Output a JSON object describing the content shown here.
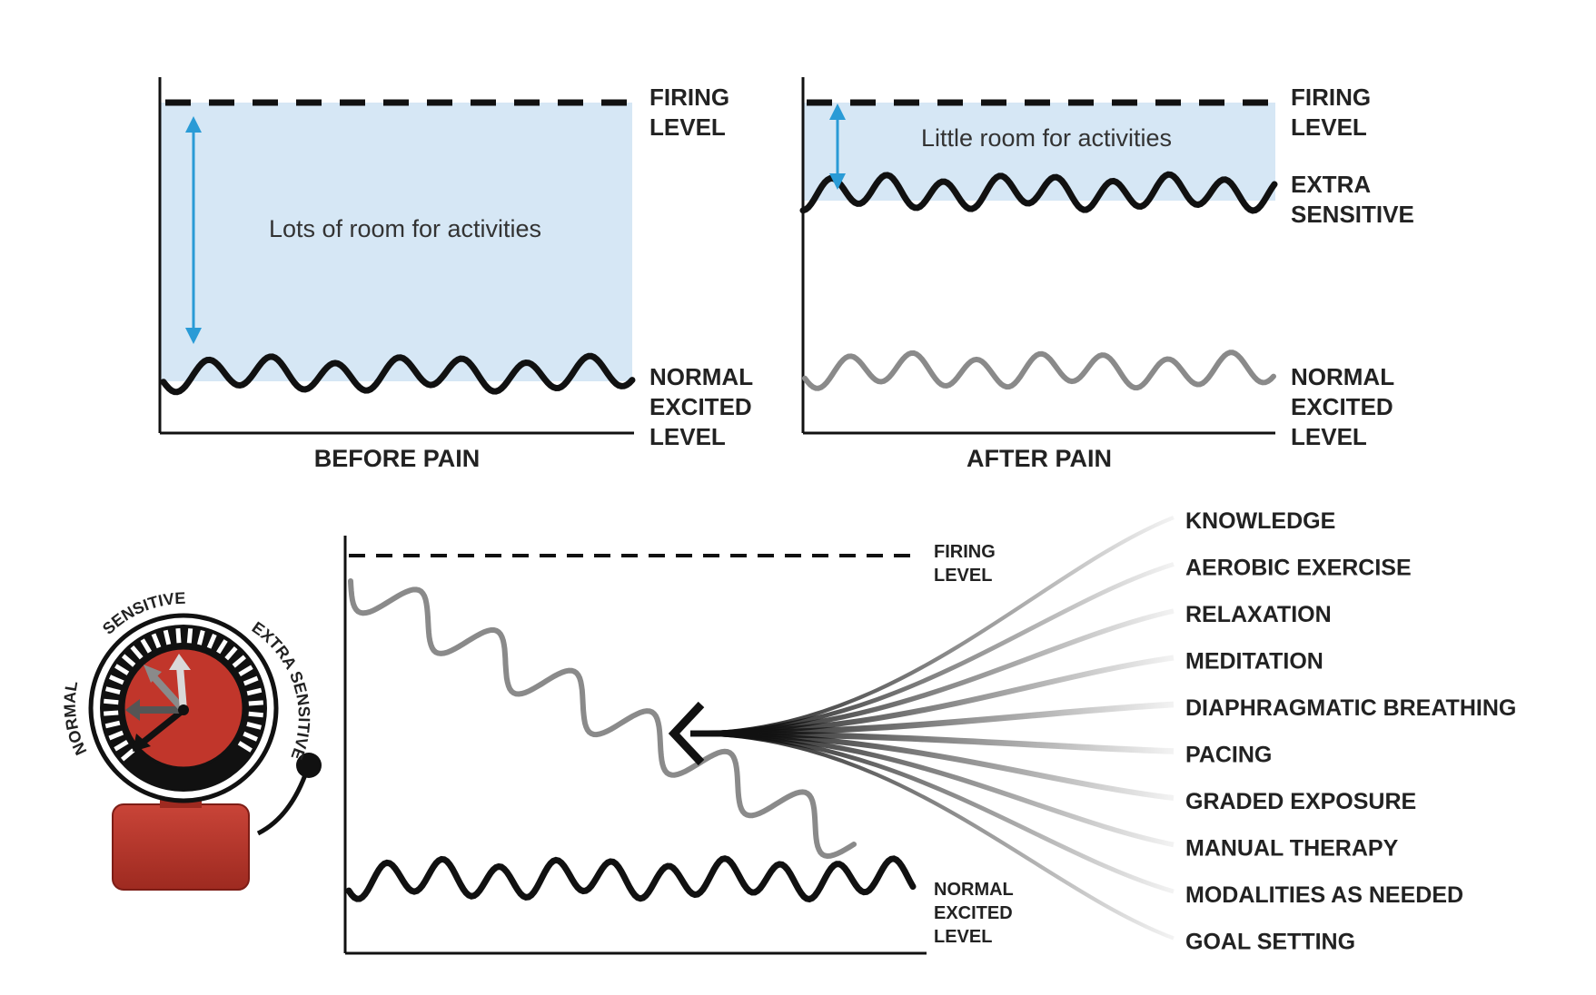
{
  "colors": {
    "room_fill": "#d6e7f5",
    "arrow_blue": "#2a9bd6",
    "line_black": "#111111",
    "line_grey": "#8a8a8a",
    "alarm_red": "#c1362b",
    "alarm_dark": "#7d1d16"
  },
  "panels": {
    "before": {
      "firing_label": [
        "FIRING",
        "LEVEL"
      ],
      "normal_label": [
        "NORMAL",
        "EXCITED",
        "LEVEL"
      ],
      "room_text": "Lots of room for activities",
      "title": "BEFORE PAIN"
    },
    "after": {
      "firing_label": [
        "FIRING",
        "LEVEL"
      ],
      "extra_label": [
        "EXTRA",
        "SENSITIVE"
      ],
      "normal_label": [
        "NORMAL",
        "EXCITED",
        "LEVEL"
      ],
      "room_text": "Little room for activities",
      "title": "AFTER PAIN"
    },
    "treatment": {
      "firing_label": [
        "FIRING",
        "LEVEL"
      ],
      "normal_label": [
        "NORMAL",
        "EXCITED",
        "LEVEL"
      ],
      "items": [
        "KNOWLEDGE",
        "AEROBIC EXERCISE",
        "RELAXATION",
        "MEDITATION",
        "DIAPHRAGMATIC BREATHING",
        "PACING",
        "GRADED EXPOSURE",
        "MANUAL THERAPY",
        "MODALITIES AS NEEDED",
        "GOAL SETTING"
      ]
    }
  },
  "alarm": {
    "dial_labels": [
      "NORMAL",
      "SENSITIVE",
      "EXTRA SENSITIVE"
    ],
    "icon": "alarm-bell-icon"
  }
}
